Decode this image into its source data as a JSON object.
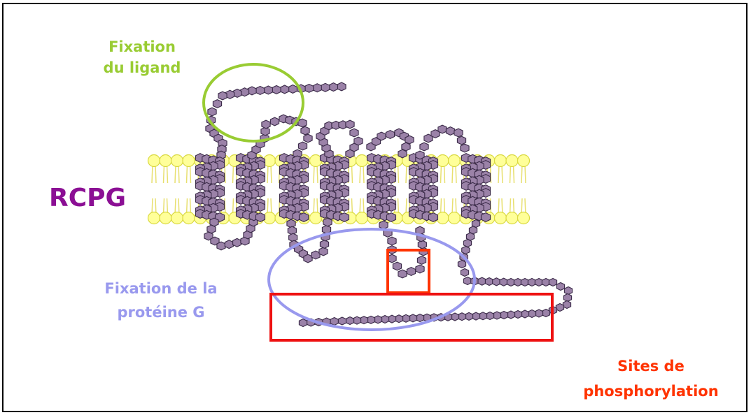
{
  "labels": {
    "ligand_line1": "Fixation",
    "ligand_line2": "du ligand",
    "rcpg": "RCPG",
    "gprotein_line1": "Fixation de la",
    "gprotein_line2": "protéine G",
    "phospho_line1": "Sites de",
    "phospho_line2": "phosphorylation"
  },
  "colors": {
    "ligand": "#99cc33",
    "rcpg": "#8b0f94",
    "gprotein": "#9999ee",
    "phospho": "#ff3300",
    "phospho_box_large": "#ee1111",
    "bead_fill": "#9b82a8",
    "bead_stroke": "#3a2a48",
    "membrane_head_fill": "#ffff99",
    "membrane_head_stroke": "#d9d940"
  },
  "icons": {
    "membrane": "lipid-bilayer",
    "chain": "amino-acid-bead-chain"
  }
}
